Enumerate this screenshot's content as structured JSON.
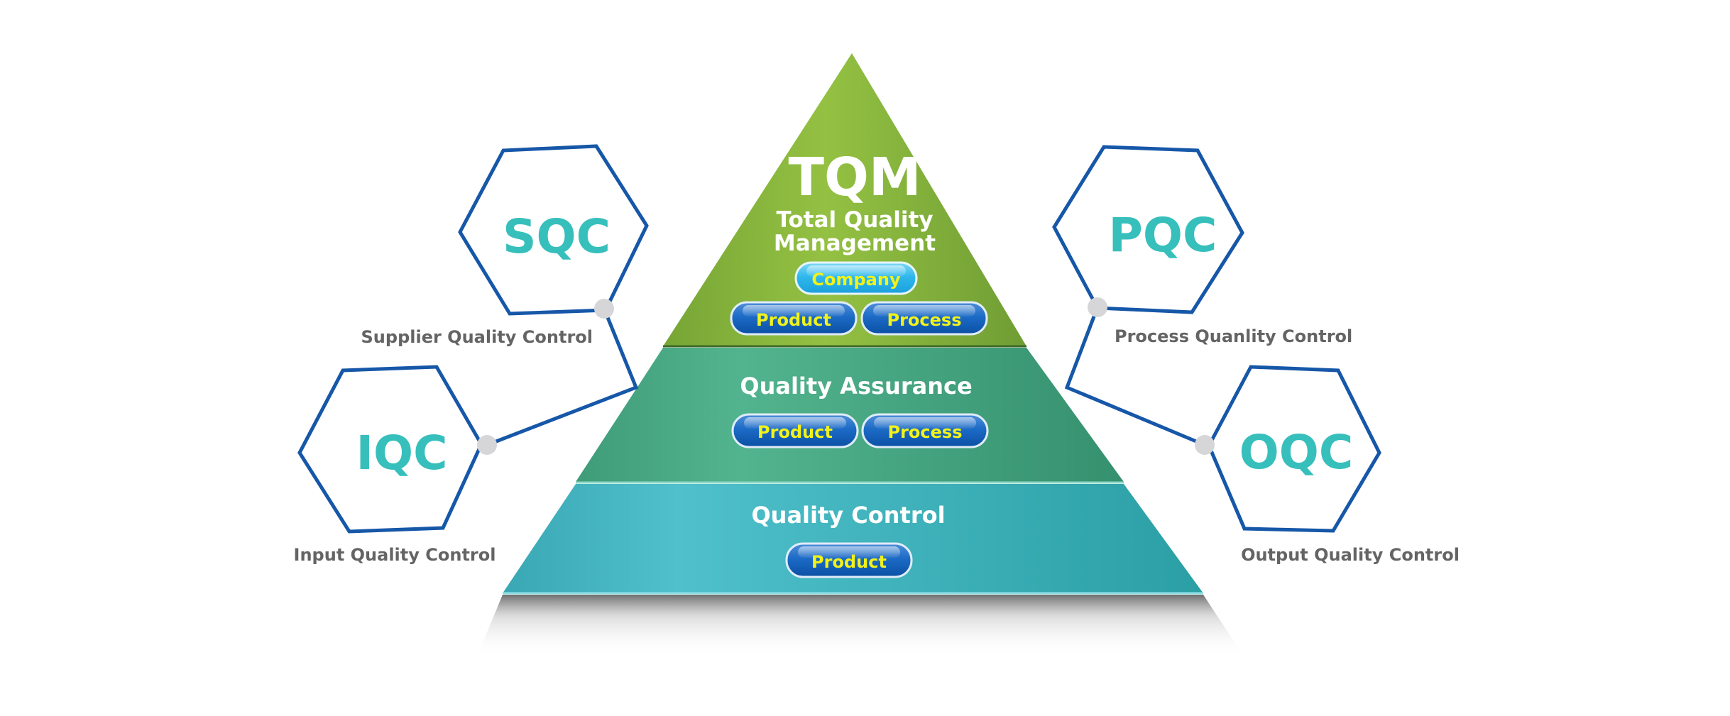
{
  "pyramid": {
    "top": {
      "acronym": "TQM",
      "title_line1": "Total Quality",
      "title_line2": "Management",
      "buttons": [
        "Company",
        "Product",
        "Process"
      ]
    },
    "middle": {
      "title": "Quality Assurance",
      "buttons": [
        "Product",
        "Process"
      ]
    },
    "bottom": {
      "title": "Quality Control",
      "buttons": [
        "Product"
      ]
    }
  },
  "hexagons": {
    "sqc": {
      "code": "SQC",
      "label": "Supplier Quality Control"
    },
    "iqc": {
      "code": "IQC",
      "label": "Input Quality Control"
    },
    "pqc": {
      "code": "PQC",
      "label": "Process Quanlity Control"
    },
    "oqc": {
      "code": "OQC",
      "label": "Output Quality Control"
    }
  },
  "colors": {
    "tier_top": "#8ab83c",
    "tier_middle": "#45a882",
    "tier_bottom": "#3bb3bd",
    "hex_stroke": "#1657a8",
    "hex_text": "#37bfbc",
    "label_text": "#646464",
    "button_text": "#f2f21a",
    "button_blue": "#1565c0",
    "button_cyan": "#2cb5ea"
  }
}
